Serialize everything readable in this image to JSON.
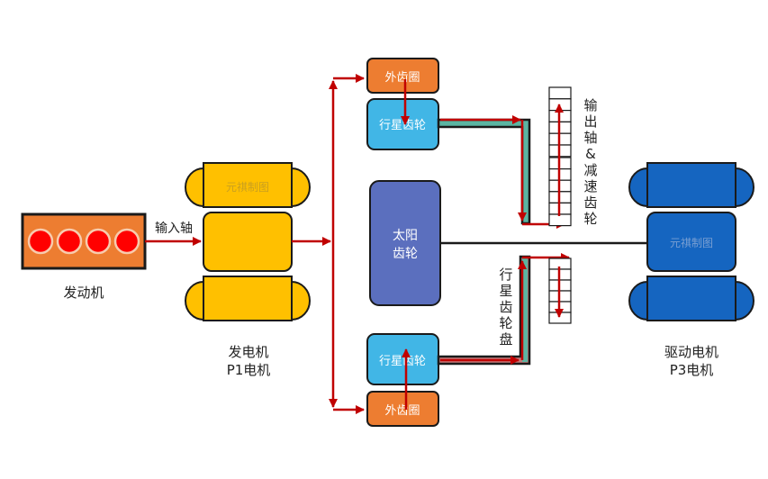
{
  "colors": {
    "engine_fill": "#ED7D31",
    "cylinder_fill": "#FF0000",
    "cylinder_ring": "#F8CBAD",
    "generator_fill": "#FFC000",
    "drive_motor_fill": "#1565C0",
    "ring_gear_fill": "#ED7D31",
    "planet_gear_fill": "#41B6E6",
    "sun_gear_fill": "#5B6FBE",
    "carrier_fill": "#5BB5A2",
    "flow_arrow": "#C00000",
    "outline": "#1a1a1a",
    "watermark": "#b8952a"
  },
  "engine": {
    "label": "发动机",
    "cylinder_count": 4
  },
  "input_shaft": {
    "label": "输入轴"
  },
  "generator": {
    "label_line1": "发电机",
    "label_line2": "P1电机",
    "watermark": "元祺制图"
  },
  "drive_motor": {
    "label_line1": "驱动电机",
    "label_line2": "P3电机",
    "watermark": "元祺制图"
  },
  "upper_ring_gear": {
    "label": "外齿圈"
  },
  "upper_planet_gear": {
    "label": "行星齿轮"
  },
  "sun_gear": {
    "label_line1": "太阳",
    "label_line2": "齿轮"
  },
  "lower_planet_gear": {
    "label": "行星齿轮"
  },
  "lower_ring_gear": {
    "label": "外齿圈"
  },
  "output_shaft": {
    "label_chars": [
      "输",
      "出",
      "轴",
      "&",
      "减",
      "速",
      "齿",
      "轮"
    ]
  },
  "planet_carrier": {
    "label_chars": [
      "行",
      "星",
      "齿",
      "轮",
      "盘"
    ]
  }
}
